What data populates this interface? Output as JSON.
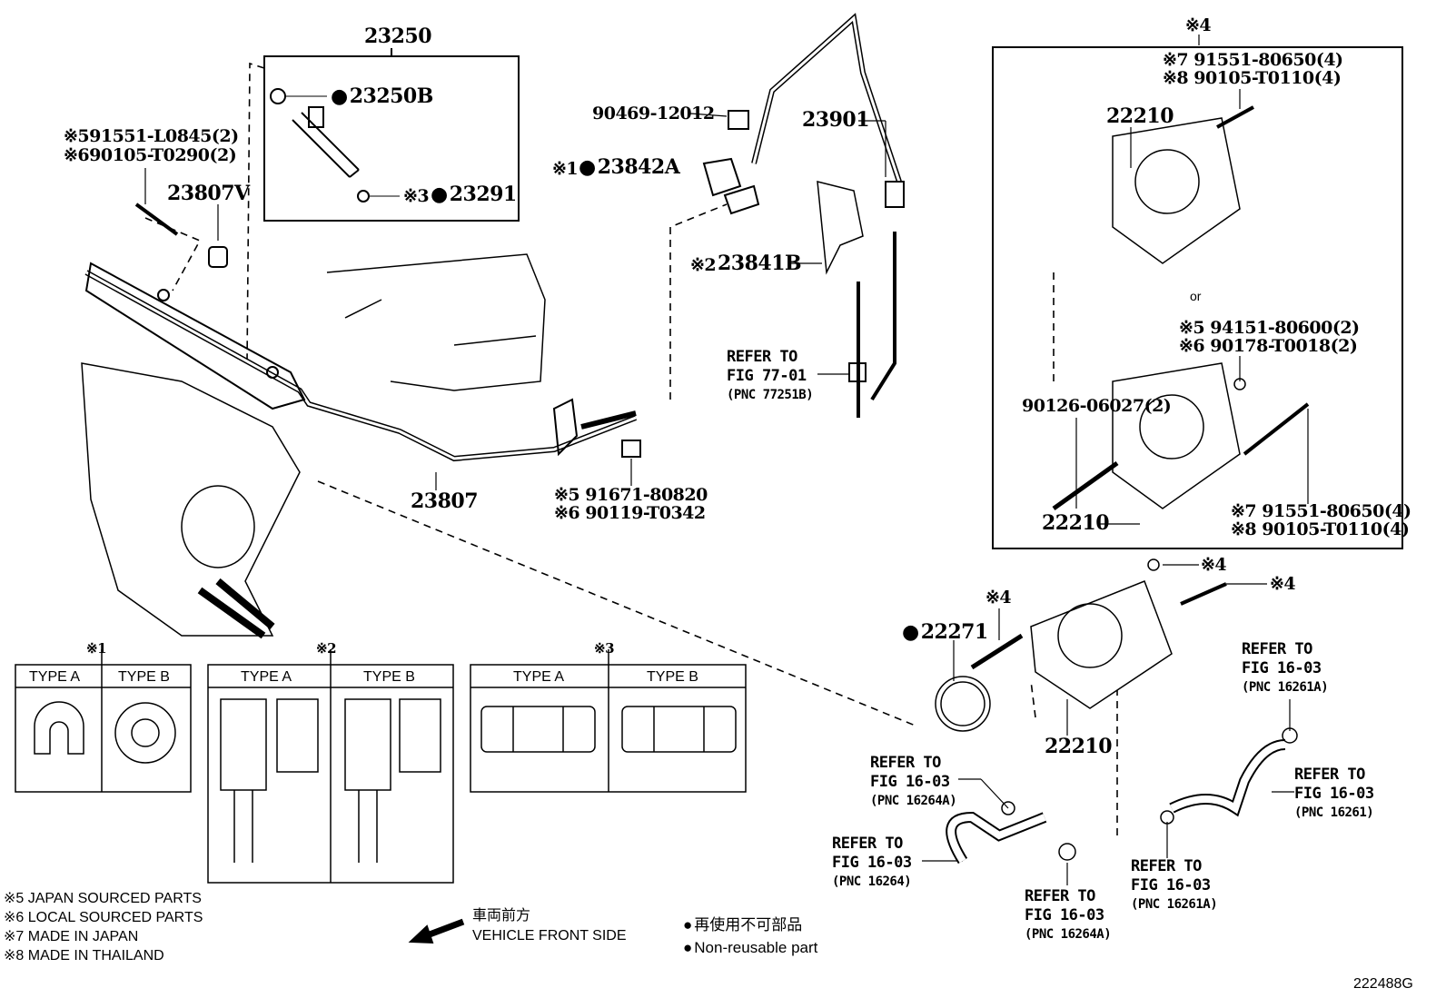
{
  "parts": {
    "p23250": "23250",
    "p23250B": "23250B",
    "p23291": "23291",
    "note3_23291": "※3",
    "p23807V": "23807V",
    "bolt_23807V_1": "※591551-L0845(2)",
    "bolt_23807V_2": "※690105-T0290(2)",
    "p23807": "23807",
    "bolt_23807_1": "※5 91671-80820",
    "bolt_23807_2": "※6 90119-T0342",
    "p90469": "90469-12012",
    "p23842A": "23842A",
    "note1_23842A": "※1",
    "p23901": "23901",
    "p23841B": "23841B",
    "note2_23841B": "※2",
    "ref_77": [
      "REFER TO",
      "FIG 77-01",
      "(PNC 77251B)"
    ],
    "box4_note": "※4",
    "box4_bolt1": "※7 91551-80650(4)",
    "box4_bolt2": "※8 90105-T0110(4)",
    "box4_22210_top": "22210",
    "box4_or": "or",
    "box4_nut1": "※5 94151-80600(2)",
    "box4_nut2": "※6 90178-T0018(2)",
    "box4_stud": "90126-06027(2)",
    "box4_22210_bottom": "22210",
    "box4_bolt3": "※7 91551-80650(4)",
    "box4_bolt4": "※8 90105-T0110(4)",
    "nut_note4a": "※4",
    "bolt_note4b": "※4",
    "stud_note4c": "※4",
    "p22271": "22271",
    "p22210": "22210",
    "ref_16264A_top": [
      "REFER TO",
      "FIG 16-03",
      "(PNC 16264A)"
    ],
    "ref_16264": [
      "REFER TO",
      "FIG 16-03",
      "(PNC 16264)"
    ],
    "ref_16264A_bottom": [
      "REFER TO",
      "FIG 16-03",
      "(PNC 16264A)"
    ],
    "ref_16261A_bottom": [
      "REFER TO",
      "FIG 16-03",
      "(PNC 16261A)"
    ],
    "ref_16261A_top": [
      "REFER TO",
      "FIG 16-03",
      "(PNC 16261A)"
    ],
    "ref_16261": [
      "REFER TO",
      "FIG 16-03",
      "(PNC 16261)"
    ]
  },
  "types": {
    "t1": {
      "note": "※1",
      "a": "TYPE A",
      "b": "TYPE B"
    },
    "t2": {
      "note": "※2",
      "a": "TYPE A",
      "b": "TYPE B"
    },
    "t3": {
      "note": "※3",
      "a": "TYPE A",
      "b": "TYPE B"
    }
  },
  "notes": [
    "※5 JAPAN SOURCED PARTS",
    "※6 LOCAL SOURCED PARTS",
    "※7 MADE IN JAPAN",
    "※8 MADE IN THAILAND"
  ],
  "front": {
    "jp": "車両前方",
    "en": "VEHICLE FRONT SIDE"
  },
  "legend": {
    "jp": "再使用不可部品",
    "en": "Non-reusable part"
  },
  "figure_id": "222488G"
}
